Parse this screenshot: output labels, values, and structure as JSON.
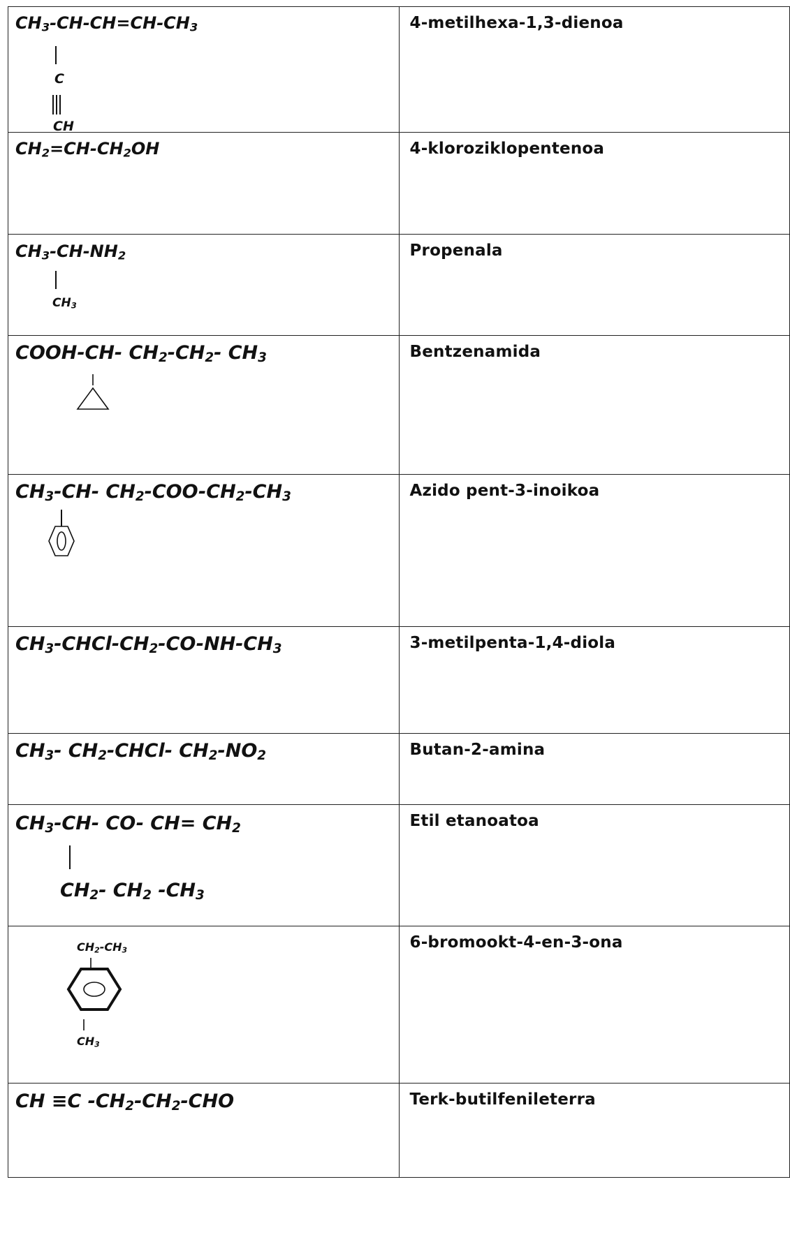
{
  "rows": [
    {
      "formula": {
        "main": [
          [
            "CH",
            "3"
          ],
          [
            "-CH-CH=CH-CH",
            ""
          ],
          [
            "",
            "3"
          ]
        ],
        "text_branch_1": "C",
        "text_branch_2": "CH"
      },
      "name": "4-metilhexa-1,3-dienoa"
    },
    {
      "formula": {
        "main": [
          [
            "CH",
            "2"
          ],
          [
            "=CH-CH",
            "2"
          ],
          [
            "OH",
            ""
          ]
        ]
      },
      "name": "4-kloroziklopentenoa"
    },
    {
      "formula": {
        "main": [
          [
            "CH",
            "3"
          ],
          [
            "-CH-NH",
            "2"
          ]
        ],
        "branch": [
          [
            "CH",
            "3"
          ]
        ]
      },
      "name": "Propenala"
    },
    {
      "formula": {
        "main": [
          [
            "COOH-CH- CH",
            "2"
          ],
          [
            "-CH",
            "2"
          ],
          [
            "- CH",
            "3"
          ]
        ]
      },
      "name": "Bentzenamida"
    },
    {
      "formula": {
        "main": [
          [
            "CH",
            "3"
          ],
          [
            "-CH- CH",
            "2"
          ],
          [
            "-COO-CH",
            "2"
          ],
          [
            "-CH",
            "3"
          ]
        ]
      },
      "name": "Azido pent-3-inoikoa"
    },
    {
      "formula": {
        "main": [
          [
            "CH",
            "3"
          ],
          [
            "-CHCl-CH",
            "2"
          ],
          [
            "-CO-NH-CH",
            "3"
          ]
        ]
      },
      "name": "3-metilpenta-1,4-diola"
    },
    {
      "formula": {
        "main": [
          [
            "CH",
            "3"
          ],
          [
            "- CH",
            "2"
          ],
          [
            "-CHCl- CH",
            "2"
          ],
          [
            "-NO",
            "2"
          ]
        ]
      },
      "name": "Butan-2-amina"
    },
    {
      "formula": {
        "main": [
          [
            "CH",
            "3"
          ],
          [
            "-CH- CO- CH= CH",
            "2"
          ]
        ],
        "branch": [
          [
            "CH",
            "2"
          ],
          [
            "- CH",
            "2"
          ],
          [
            " -CH",
            "3"
          ]
        ]
      },
      "name": "Etil etanoatoa"
    },
    {
      "formula": {
        "top": [
          [
            "CH",
            "2"
          ],
          [
            "-CH",
            "3"
          ]
        ],
        "bottom": [
          [
            "CH",
            "3"
          ]
        ]
      },
      "name": "6-bromookt-4-en-3-ona"
    },
    {
      "formula": {
        "prefix": "CH ≡",
        "main": [
          [
            "C -CH",
            "2"
          ],
          [
            "-CH",
            "2"
          ],
          [
            "-CHO",
            ""
          ]
        ]
      },
      "name": "Terk-butilfenileterra"
    }
  ]
}
